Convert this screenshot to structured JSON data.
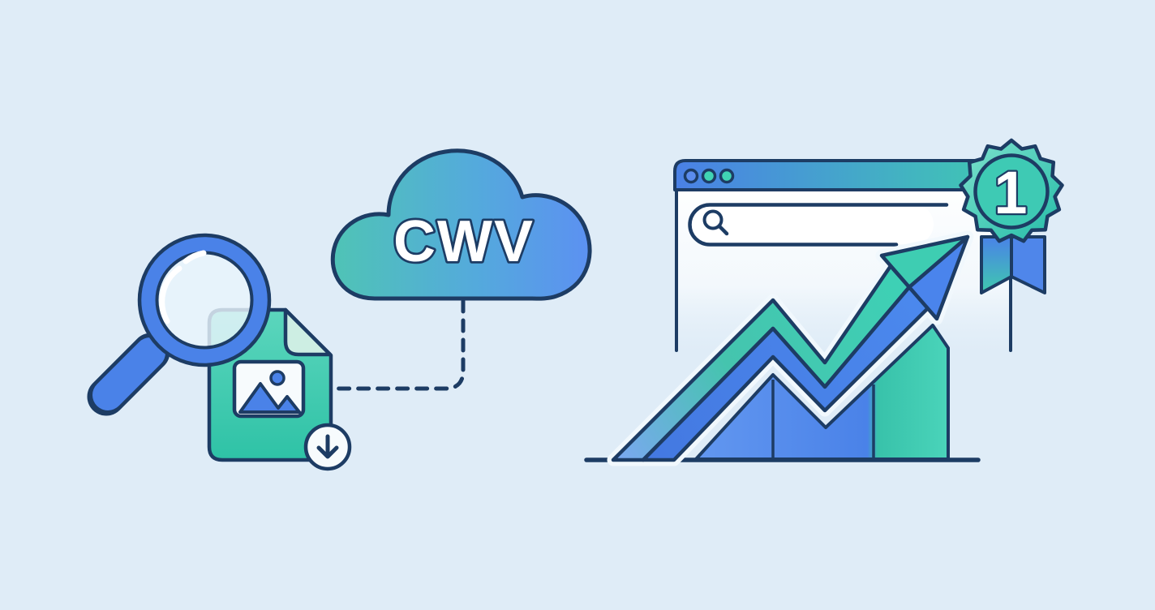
{
  "illustration": {
    "background_color": "#dfecf7",
    "outline_color": "#1d3c64",
    "palette": {
      "blue": "#4a82e8",
      "blue_light": "#6b9df0",
      "teal": "#41cfb3",
      "teal_dark": "#2fbfa6",
      "mint": "#cdeee3",
      "white": "#f7fbfd",
      "header_gradient": [
        "#4a80e6",
        "#3fcbb0"
      ],
      "cloud_gradient": [
        "#4fc4b5",
        "#5c90f2"
      ]
    },
    "cloud": {
      "label": "CWV"
    },
    "rank_badge": {
      "label": "1"
    },
    "icons": {
      "magnifier": "magnifying-glass",
      "image_file": "photo-document-with-folded-corner",
      "download": "arrow-down-in-circle",
      "connector": "dashed-elbow-line",
      "browser": "window-with-three-dots-and-search-bar",
      "search_glyph": "small-magnifier-in-search-bar",
      "trend": "zigzag-arrow-rising",
      "area_chart": "mountain-area-chart-with-bar",
      "award": "scalloped-rosette-with-ribbon"
    }
  }
}
